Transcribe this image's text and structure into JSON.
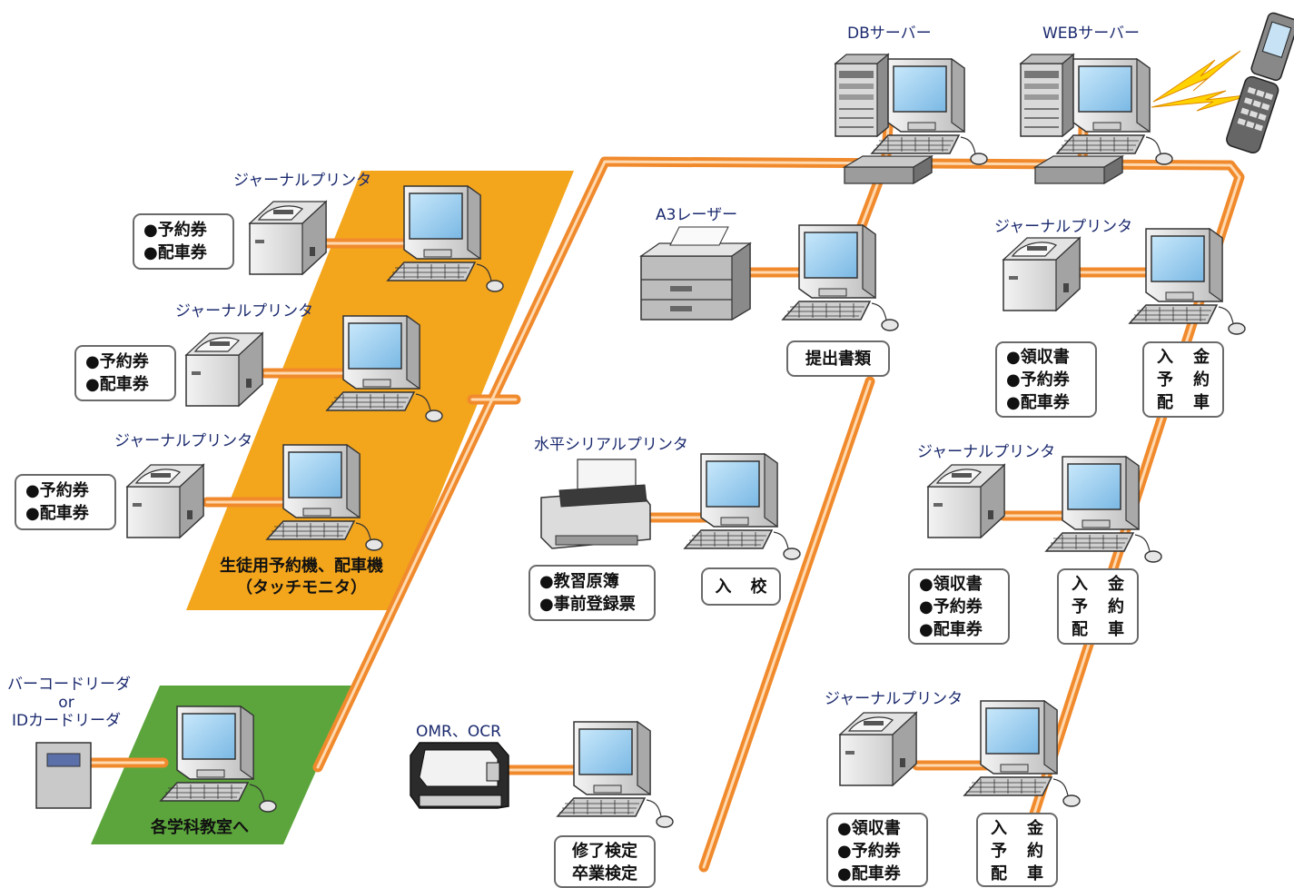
{
  "servers": {
    "db": "DBサーバー",
    "web": "WEBサーバー"
  },
  "printers": {
    "journal": "ジャーナルプリンタ",
    "a3": "A3レーザー",
    "serial": "水平シリアルプリンタ",
    "omr": "OMR、OCR"
  },
  "reader": {
    "line1": "バーコードリーダ",
    "line2": "or",
    "line3": "IDカードリーダ"
  },
  "zones": {
    "student_line1": "生徒用予約機、配車機",
    "student_line2": "（タッチモニタ）",
    "classroom": "各学科教室へ"
  },
  "slips": {
    "reservation": "●予約券",
    "dispatch": "●配車券",
    "receipt": "●領収書",
    "training_record": "●教習原簿",
    "pre_registration": "●事前登録票"
  },
  "boxes": {
    "submit_docs": "提出書類",
    "enroll_a": "入",
    "enroll_b": "校",
    "completion": "修了検定",
    "graduation": "卒業検定",
    "payment_a": "入",
    "payment_b": "金",
    "booking_a": "予",
    "booking_b": "約",
    "dispatch_a": "配",
    "dispatch_b": "車"
  },
  "colors": {
    "network": "#f08a2c",
    "student_zone": "#f3a51c",
    "classroom_zone": "#5ca53c",
    "label_text": "#1b2a6e",
    "screen": "#9fd0f0"
  }
}
